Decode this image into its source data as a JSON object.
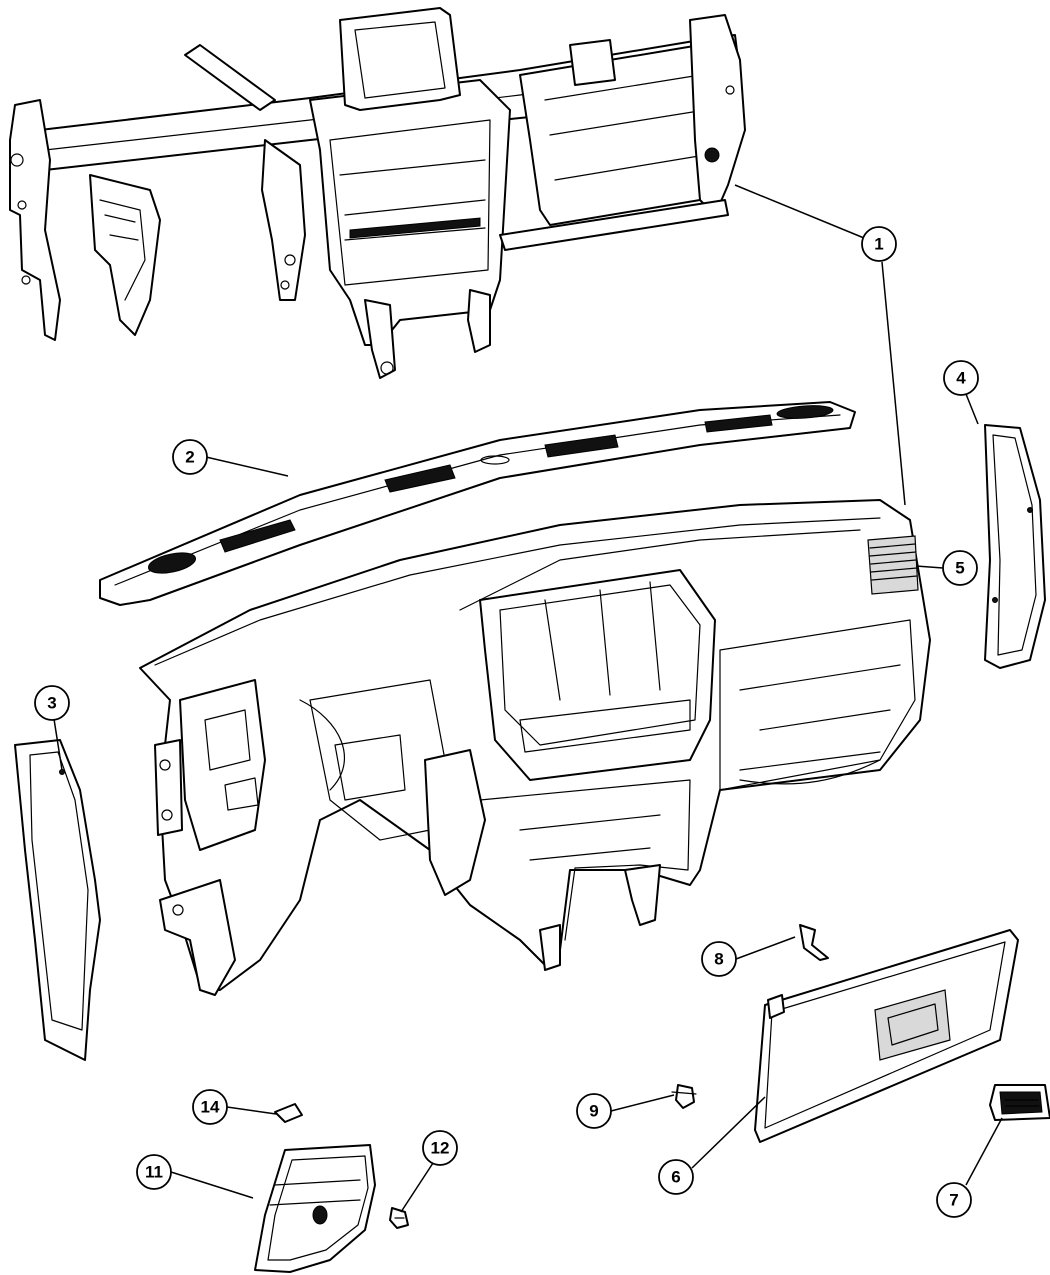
{
  "callouts": [
    {
      "id": "1",
      "label": "1"
    },
    {
      "id": "2",
      "label": "2"
    },
    {
      "id": "3",
      "label": "3"
    },
    {
      "id": "4",
      "label": "4"
    },
    {
      "id": "5",
      "label": "5"
    },
    {
      "id": "6",
      "label": "6"
    },
    {
      "id": "7",
      "label": "7"
    },
    {
      "id": "8",
      "label": "8"
    },
    {
      "id": "9",
      "label": "9"
    },
    {
      "id": "11",
      "label": "11"
    },
    {
      "id": "12",
      "label": "12"
    },
    {
      "id": "14",
      "label": "14"
    }
  ]
}
